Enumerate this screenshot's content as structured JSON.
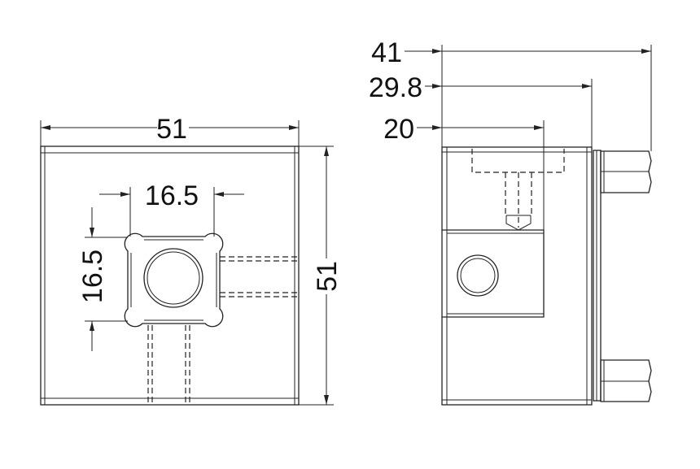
{
  "front_view": {
    "width_dim": "51",
    "height_dim": "51",
    "hole_width_dim": "16.5",
    "hole_height_dim": "16.5"
  },
  "side_view": {
    "overall_dim": "41",
    "body_dim": "29.8",
    "slot_dim": "20"
  }
}
